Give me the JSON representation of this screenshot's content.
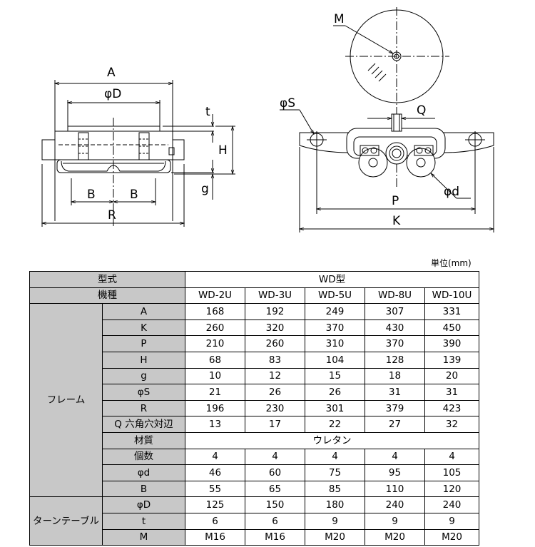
{
  "unit_label": "単位(mm)",
  "drawing": {
    "labels": {
      "A": "A",
      "phiD": "φD",
      "t": "t",
      "H": "H",
      "g": "g",
      "B1": "B",
      "B2": "B",
      "R": "R",
      "M": "M",
      "phiS": "φS",
      "Q": "Q",
      "phid": "φd",
      "P": "P",
      "K": "K"
    }
  },
  "table": {
    "model_label": "型式",
    "model_value": "WD型",
    "type_label": "機種",
    "models": [
      "WD-2U",
      "WD-3U",
      "WD-5U",
      "WD-8U",
      "WD-10U"
    ],
    "groups": [
      {
        "name": "フレーム",
        "rows": [
          {
            "label": "A",
            "values": [
              "168",
              "192",
              "249",
              "307",
              "331"
            ]
          },
          {
            "label": "K",
            "values": [
              "260",
              "320",
              "370",
              "430",
              "450"
            ]
          },
          {
            "label": "P",
            "values": [
              "210",
              "260",
              "310",
              "370",
              "390"
            ]
          },
          {
            "label": "H",
            "values": [
              "68",
              "83",
              "104",
              "128",
              "139"
            ]
          },
          {
            "label": "g",
            "values": [
              "10",
              "12",
              "15",
              "18",
              "20"
            ]
          },
          {
            "label": "φS",
            "values": [
              "21",
              "26",
              "26",
              "31",
              "31"
            ]
          },
          {
            "label": "R",
            "values": [
              "196",
              "230",
              "301",
              "379",
              "423"
            ]
          },
          {
            "label": "Q 六角穴対辺",
            "values": [
              "13",
              "17",
              "22",
              "27",
              "32"
            ]
          },
          {
            "label": "材質",
            "merged": "ウレタン"
          },
          {
            "label": "個数",
            "values": [
              "4",
              "4",
              "4",
              "4",
              "4"
            ]
          },
          {
            "label": "φd",
            "values": [
              "46",
              "60",
              "75",
              "95",
              "105"
            ]
          },
          {
            "label": "B",
            "values": [
              "55",
              "65",
              "85",
              "110",
              "120"
            ]
          }
        ]
      },
      {
        "name": "ターンテーブル",
        "rows": [
          {
            "label": "φD",
            "values": [
              "125",
              "150",
              "180",
              "240",
              "240"
            ]
          },
          {
            "label": "t",
            "values": [
              "6",
              "6",
              "9",
              "9",
              "9"
            ]
          },
          {
            "label": "M",
            "values": [
              "M16",
              "M16",
              "M20",
              "M20",
              "M20"
            ]
          }
        ]
      }
    ]
  }
}
